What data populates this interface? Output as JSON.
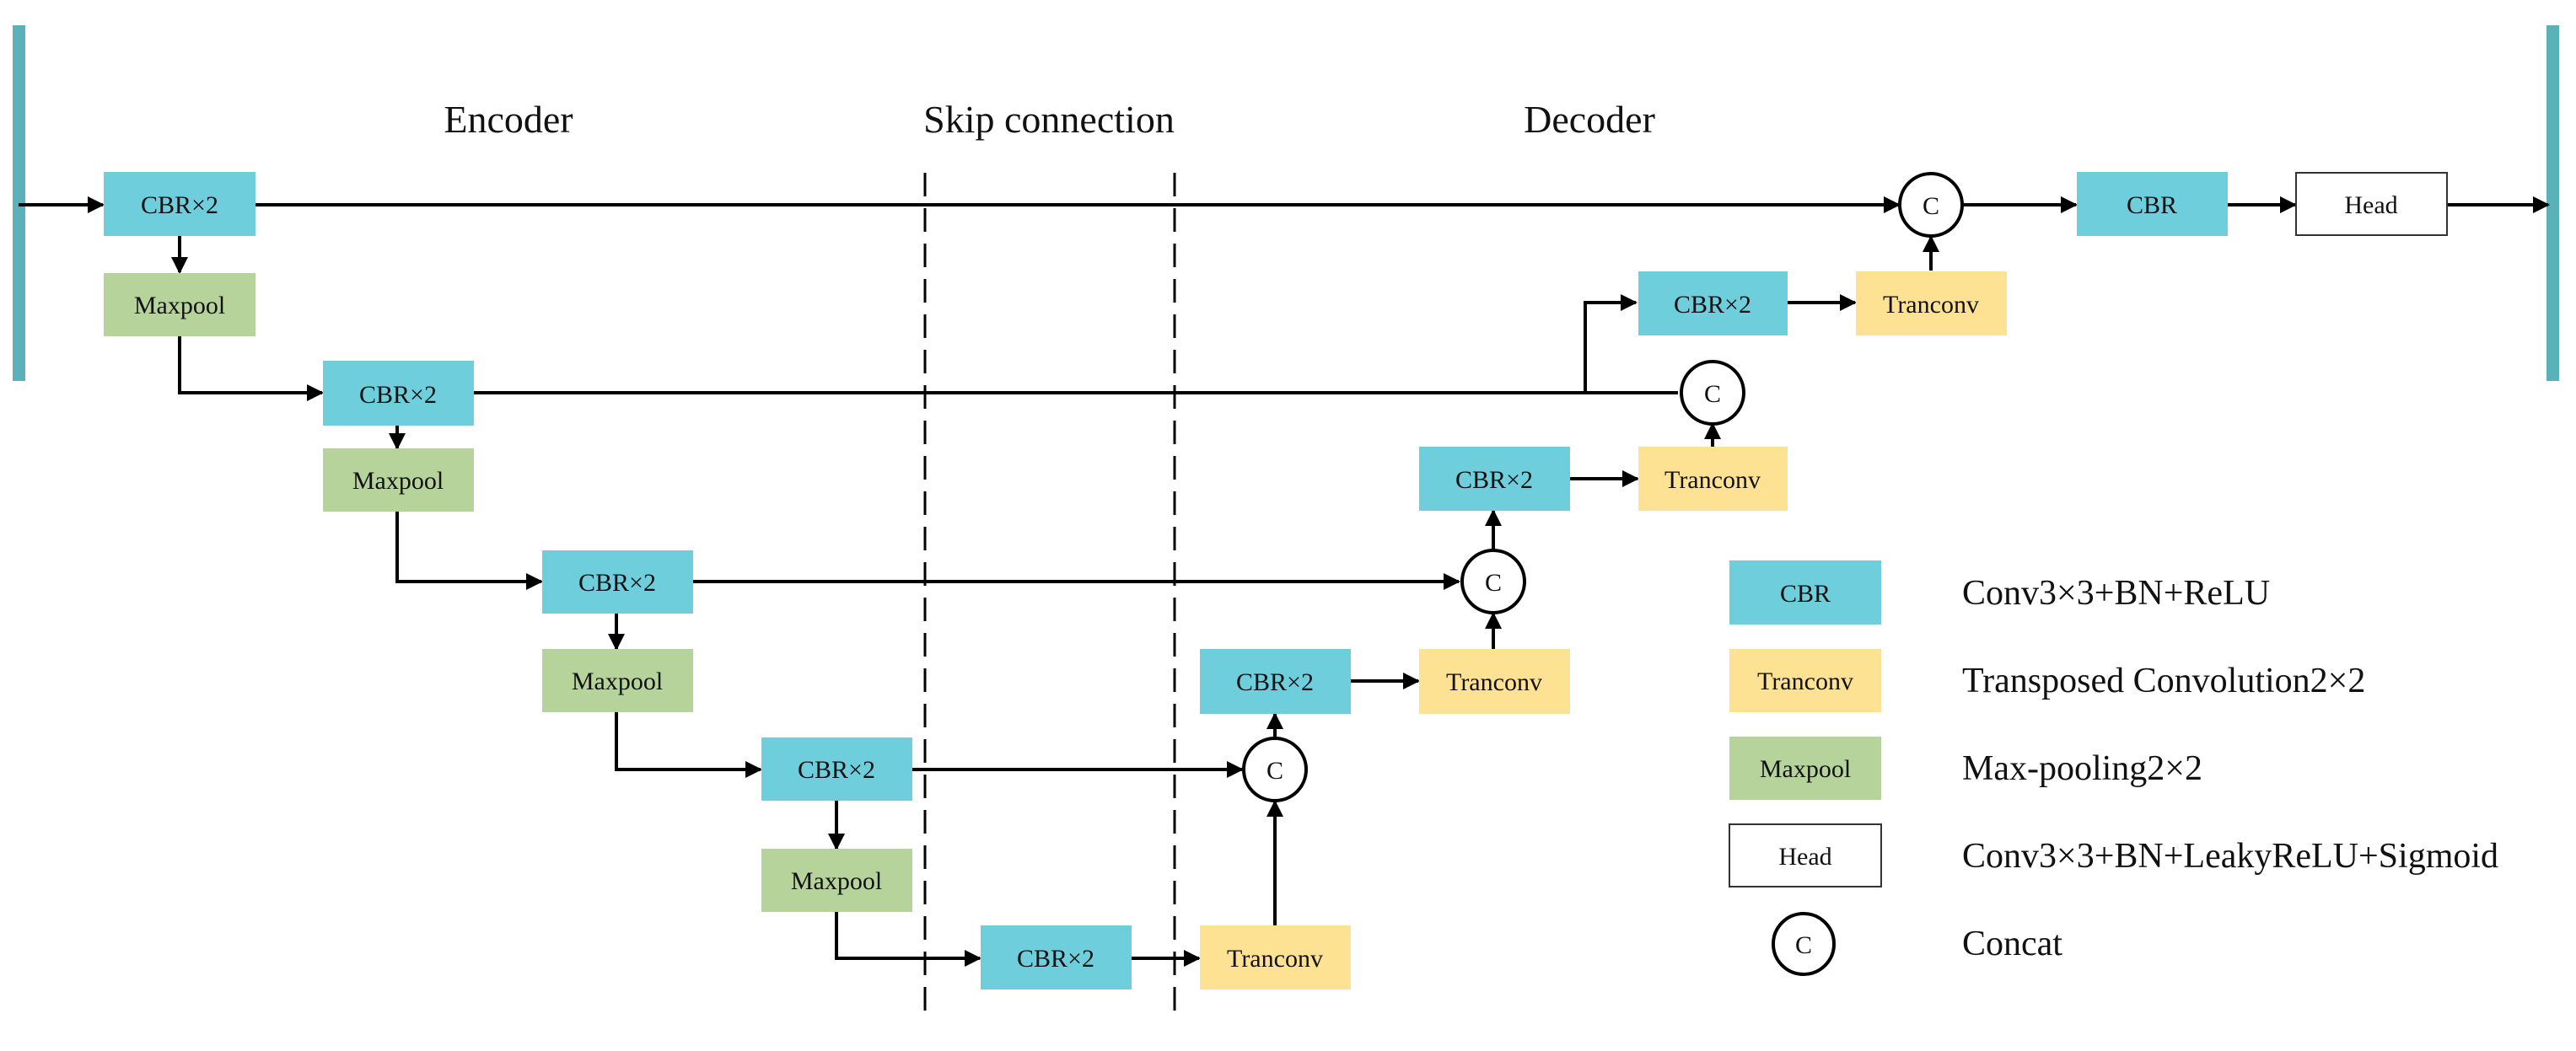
{
  "headers": {
    "encoder": "Encoder",
    "skip": "Skip connection",
    "decoder": "Decoder"
  },
  "labels": {
    "cbr2": "CBR×2",
    "maxpool": "Maxpool",
    "tranconv": "Tranconv",
    "cbr": "CBR",
    "head": "Head",
    "concat": "C"
  },
  "legend": {
    "cbr": {
      "box": "CBR",
      "desc": "Conv3×3+BN+ReLU"
    },
    "tranconv": {
      "box": "Tranconv",
      "desc": "Transposed Convolution2×2"
    },
    "maxpool": {
      "box": "Maxpool",
      "desc": "Max-pooling2×2"
    },
    "head": {
      "box": "Head",
      "desc": "Conv3×3+BN+LeakyReLU+Sigmoid"
    },
    "concat": {
      "box": "C",
      "desc": "Concat"
    }
  },
  "colors": {
    "cbr": "#6ecedc",
    "maxpool": "#b5d39a",
    "tranconv": "#fde294",
    "head": "#ffffff",
    "edge_bar": "#5ab1b9",
    "line": "#000000"
  }
}
